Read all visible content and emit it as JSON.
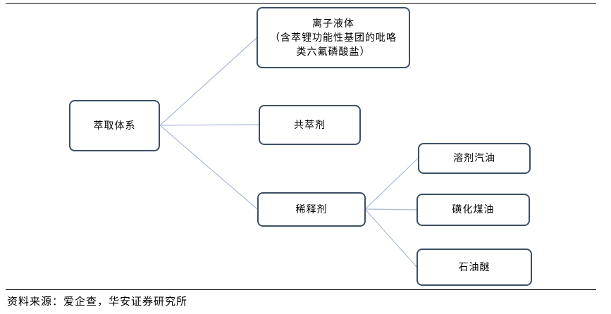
{
  "diagram": {
    "nodes": {
      "root": {
        "label": "萃取体系"
      },
      "ionic_liquid": {
        "lines": [
          "离子液体",
          "（含萃锂功能性基团的吡咯",
          "类六氟磷酸盐）"
        ]
      },
      "co_extractant": {
        "label": "共萃剂"
      },
      "diluent": {
        "label": "稀释剂"
      },
      "solvent_gasoline": {
        "label": "溶剂汽油"
      },
      "sulfonated_kerosene": {
        "label": "磺化煤油"
      },
      "petroleum_ether": {
        "label": "石油醚"
      }
    },
    "edges": [
      [
        "root",
        "ionic_liquid"
      ],
      [
        "root",
        "co_extractant"
      ],
      [
        "root",
        "diluent"
      ],
      [
        "diluent",
        "solvent_gasoline"
      ],
      [
        "diluent",
        "sulfonated_kerosene"
      ],
      [
        "diluent",
        "petroleum_ether"
      ]
    ],
    "colors": {
      "box_border": "#3d4f66",
      "connector": "#aab8d6"
    }
  },
  "footer": {
    "source": "资料来源：爱企查，华安证券研究所"
  }
}
